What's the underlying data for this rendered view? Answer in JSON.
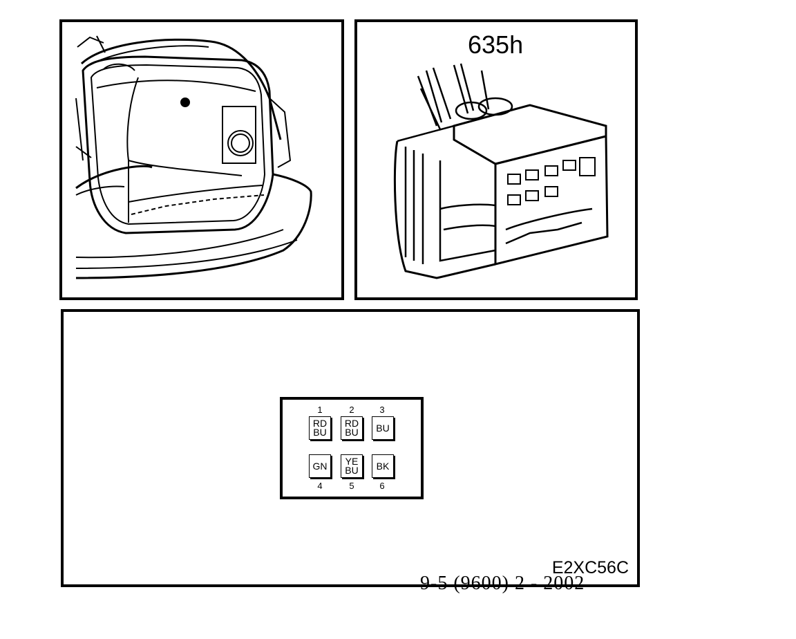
{
  "connector_label": "635h",
  "diagram_code": "E2XC56C",
  "footer_text": "9-5 (9600) 2 - 2002",
  "pins": [
    {
      "number": "1",
      "label": "RD\nBU"
    },
    {
      "number": "2",
      "label": "RD\nBU"
    },
    {
      "number": "3",
      "label": "BU"
    },
    {
      "number": "4",
      "label": "GN"
    },
    {
      "number": "5",
      "label": "YE\nBU"
    },
    {
      "number": "6",
      "label": "BK"
    }
  ]
}
